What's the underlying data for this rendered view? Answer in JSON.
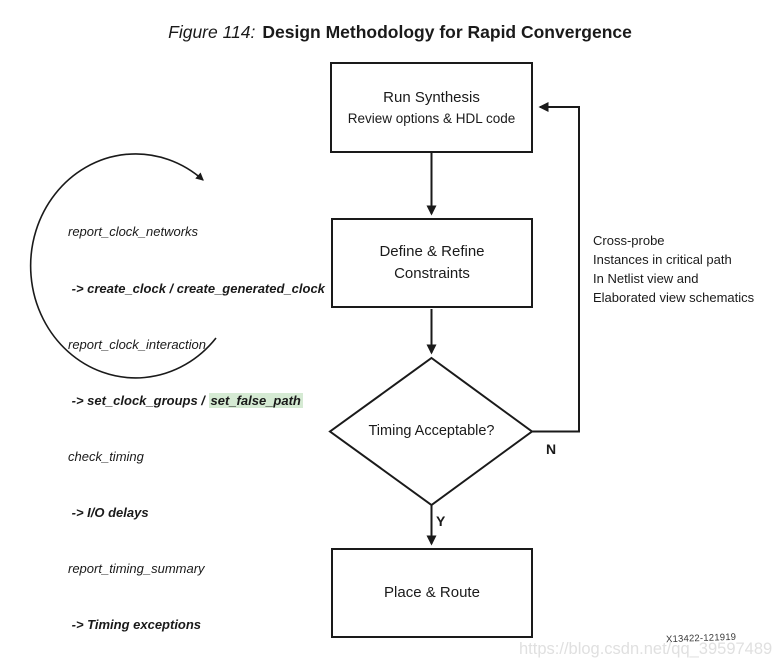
{
  "figure": {
    "label": "Figure 114:",
    "title": "Design Methodology for Rapid Convergence",
    "ref": "X13422-121919"
  },
  "flowchart": {
    "nodes": [
      {
        "id": "run-synthesis",
        "type": "process",
        "title": "Run Synthesis",
        "subtitle": "Review options & HDL code"
      },
      {
        "id": "define-refine-constraints",
        "type": "process",
        "title": "Define & Refine",
        "subtitle": "Constraints"
      },
      {
        "id": "timing-acceptable",
        "type": "decision",
        "title": "Timing Acceptable?"
      },
      {
        "id": "place-route",
        "type": "process",
        "title": "Place & Route"
      }
    ],
    "edge_labels": {
      "no": "N",
      "yes": "Y"
    }
  },
  "clock_annotation": {
    "lines": [
      {
        "text": "report_clock_networks",
        "style": "plain"
      },
      {
        "text": " -> create_clock / create_generated_clock",
        "style": "bold"
      },
      {
        "text": "report_clock_interaction",
        "style": "plain"
      },
      {
        "prefix": " -> set_clock_groups / ",
        "highlight": "set_false_path",
        "style": "bold-highlight"
      },
      {
        "text": "check_timing",
        "style": "plain"
      },
      {
        "text": " -> I/O delays",
        "style": "bold"
      },
      {
        "text": "report_timing_summary",
        "style": "plain"
      },
      {
        "text": " -> Timing exceptions",
        "style": "bold"
      }
    ]
  },
  "cross_probe_note": {
    "lines": [
      "Cross-probe",
      "Instances in critical path",
      "In Netlist view and",
      "Elaborated view schematics"
    ]
  },
  "watermark": "https://blog.csdn.net/qq_39597489",
  "colors": {
    "ink": "#1a1a1a",
    "highlight_green": "#d5ead3",
    "watermark_gray": "#e0e0e0"
  }
}
